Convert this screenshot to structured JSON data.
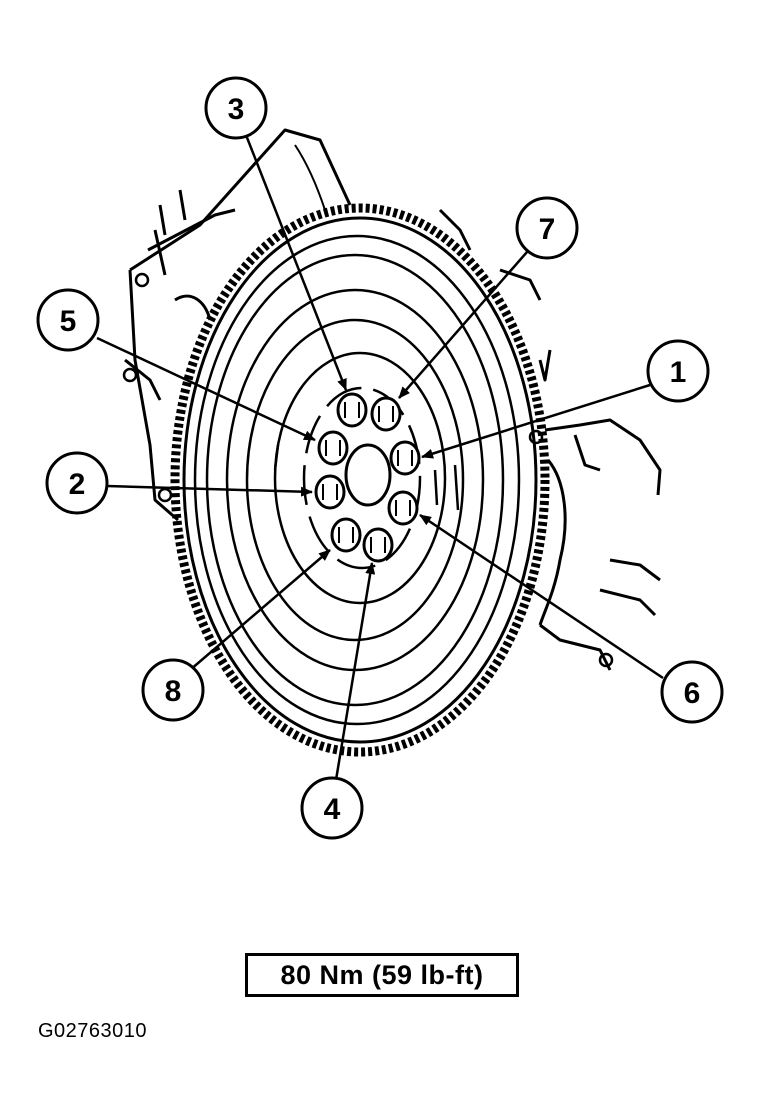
{
  "callouts": [
    {
      "label": "1"
    },
    {
      "label": "2"
    },
    {
      "label": "3"
    },
    {
      "label": "4"
    },
    {
      "label": "5"
    },
    {
      "label": "6"
    },
    {
      "label": "7"
    },
    {
      "label": "8"
    }
  ],
  "torque_spec": "80 Nm (59 lb-ft)",
  "figure_code": "G02763010",
  "colors": {
    "line": "#000000",
    "background": "#ffffff"
  }
}
